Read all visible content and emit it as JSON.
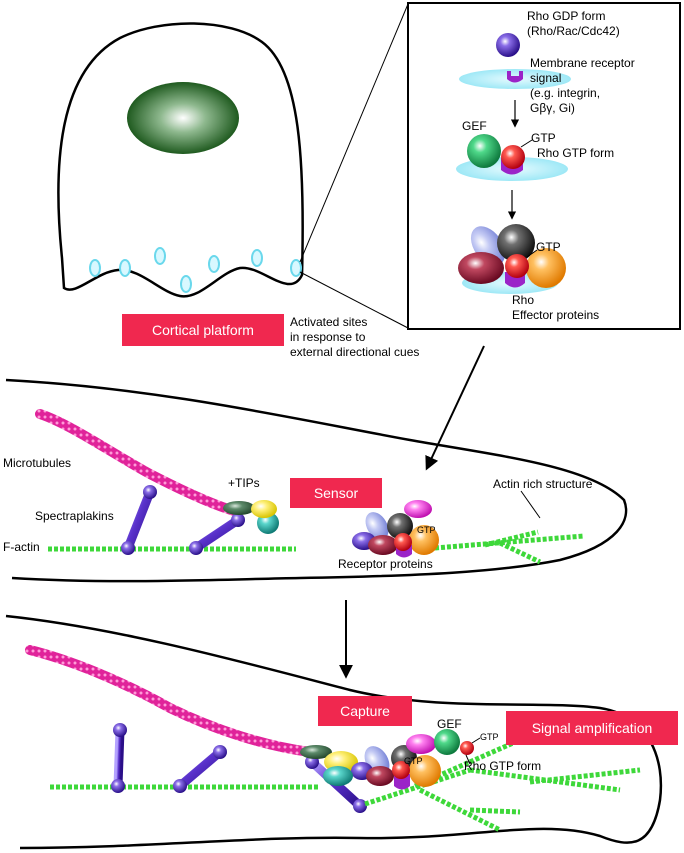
{
  "inset": {
    "rho_gdp_form": "Rho GDP form",
    "rho_family": "(Rho/Rac/Cdc42)",
    "membrane_receptor_1": "Membrane receptor",
    "membrane_receptor_2": "signal",
    "membrane_receptor_3": "(e.g. integrin,",
    "membrane_receptor_4": "Gβγ, Gi)",
    "gef": "GEF",
    "gtp_1": "GTP",
    "rho_gtp_form": "Rho GTP form",
    "gtp_2": "GTP",
    "rho_effector_1": "Rho",
    "rho_effector_2": "Effector proteins"
  },
  "top": {
    "cortical_platform": "Cortical platform",
    "activated_1": "Activated sites",
    "activated_2": "in response to",
    "activated_3": "external directional cues"
  },
  "middle": {
    "microtubules": "Microtubules",
    "plus_tips": "+TIPs",
    "spectraplakins": "Spectraplakins",
    "f_actin": "F-actin",
    "sensor": "Sensor",
    "actin_rich_structure": "Actin rich structure",
    "gtp": "GTP",
    "receptor_proteins": "Receptor proteins"
  },
  "bottom": {
    "capture": "Capture",
    "signal_amplification": "Signal amplification",
    "gef": "GEF",
    "gtp_1": "GTP",
    "gtp_2": "GTP",
    "rho_gtp_form": "Rho GTP form"
  },
  "colors": {
    "label_box": "#f0284f",
    "microtubule": "#e0239a",
    "actin": "#4ee84a",
    "spectraplakin": "#5a2fc4",
    "membrane_disc": "#bdf2fb",
    "nucleus": "#2b6b2b",
    "rho_gtp": "#e8202a",
    "gef": "#28b46a",
    "effector_orange": "#f6a12a",
    "effector_black": "#303030",
    "effector_maroon": "#8c1c38",
    "effector_lavender": "#9ea8e8",
    "receptor_purple": "#9b24c8",
    "plus_tip_yellow": "#f2e44a",
    "plus_tip_teal": "#2aa6a0",
    "plus_tip_darkgreen": "#3c6a4a",
    "effector_magenta": "#ee3ad8"
  }
}
